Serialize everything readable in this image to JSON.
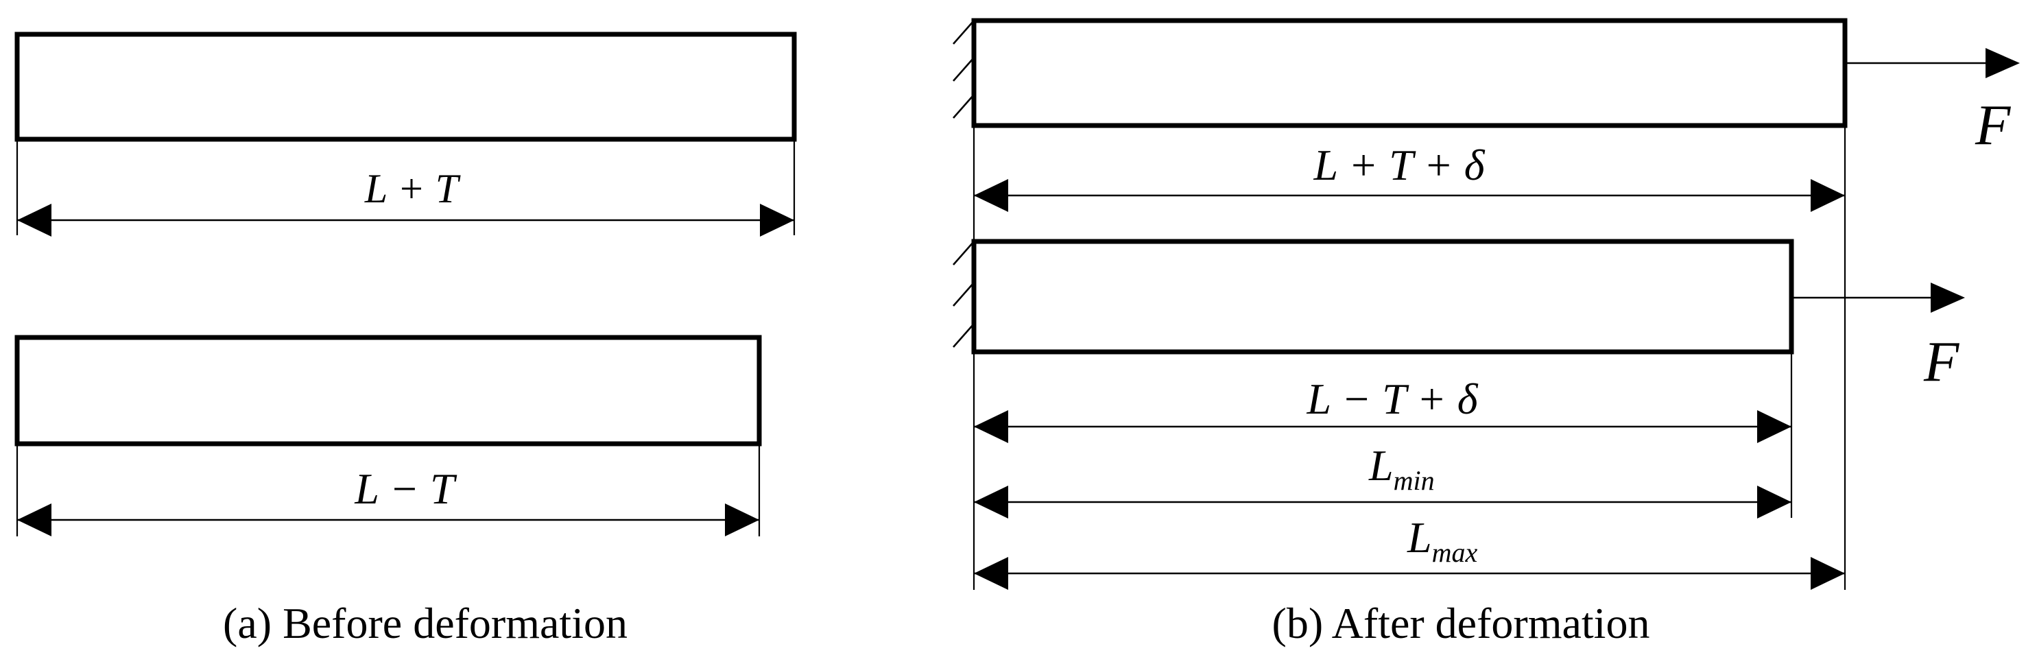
{
  "colors": {
    "stroke": "#000000",
    "background": "#ffffff"
  },
  "panel_a": {
    "caption": "(a) Before deformation",
    "dim_top_label": "L + T",
    "dim_bottom_label": "L − T"
  },
  "panel_b": {
    "caption": "(b) After deformation",
    "force_top_label": "F",
    "force_bottom_label": "F",
    "dim_top_label": "L + T + δ",
    "dim_bottom_label": "L − T + δ",
    "lmin": {
      "base": "L",
      "sub": "min"
    },
    "lmax": {
      "base": "L",
      "sub": "max"
    }
  }
}
